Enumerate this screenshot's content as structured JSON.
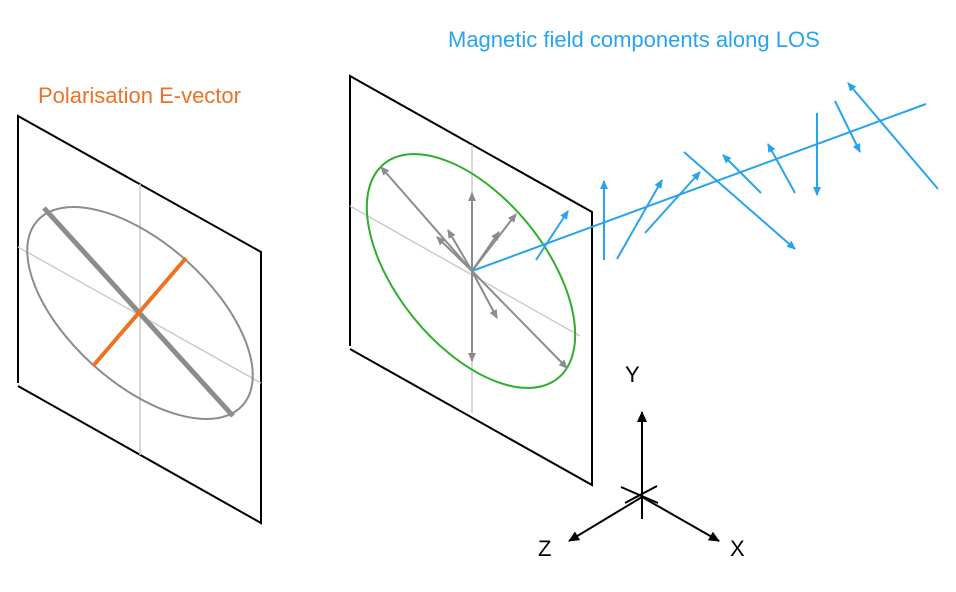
{
  "labels": {
    "left_title": "Polarisation E-vector",
    "right_title": "Magnetic field components along LOS",
    "axis_x": "X",
    "axis_y": "Y",
    "axis_z": "Z"
  },
  "colors": {
    "orange": "#ee7124",
    "blue": "#27a4ee",
    "green": "#2fae2a",
    "gray": "#8c8c8c",
    "light_gray": "#c8c8c8",
    "black": "#000000"
  }
}
